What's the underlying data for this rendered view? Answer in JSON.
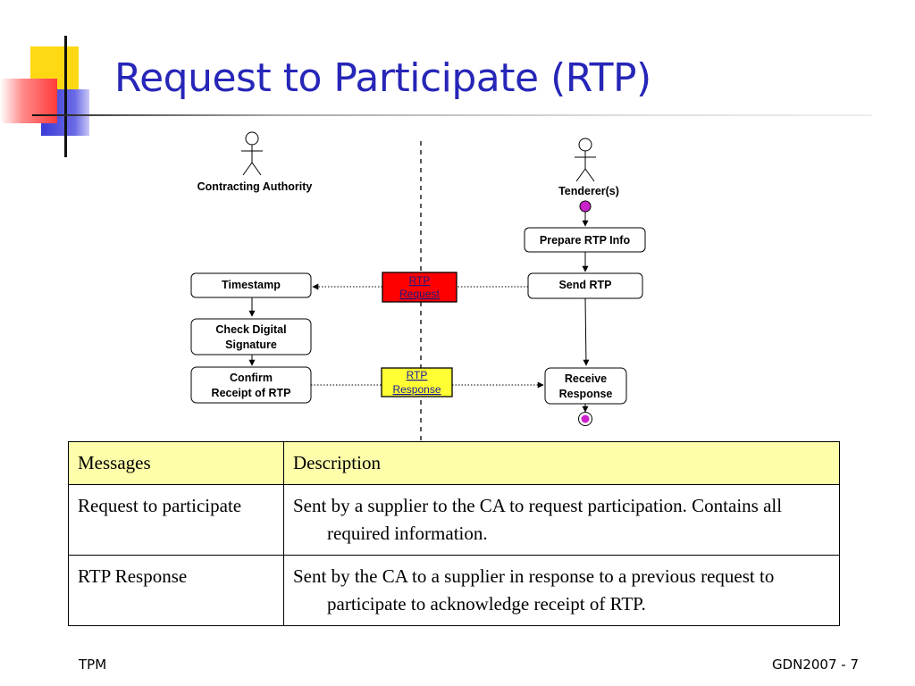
{
  "slide": {
    "title": "Request to Participate (RTP)",
    "footer_left": "TPM",
    "footer_right": "GDN2007  - 7"
  },
  "colors": {
    "title": "#2626b8",
    "rtp_request_fill": "#ff0000",
    "rtp_response_fill": "#ffff33",
    "table_header_fill": "#fefeaa",
    "state_marker": "#cc22cc",
    "deco_yellow": "#ffd814",
    "deco_blue": "#3a3ad6",
    "deco_red": "#ff3a3a"
  },
  "diagram": {
    "actors": {
      "left": "Contracting Authority",
      "right": "Tenderer(s)"
    },
    "nodes": {
      "prepare": "Prepare RTP Info",
      "send": "Send RTP",
      "receive_line1": "Receive",
      "receive_line2": "Response",
      "timestamp": "Timestamp",
      "check_line1": "Check Digital",
      "check_line2": "Signature",
      "confirm_line1": "Confirm",
      "confirm_line2": "Receipt of RTP"
    },
    "messages": {
      "request_line1": "RTP",
      "request_line2": "Request",
      "response_line1": "RTP",
      "response_line2": "Response"
    }
  },
  "table": {
    "headers": [
      "Messages",
      "Description"
    ],
    "rows": [
      [
        "Request to participate",
        "Sent by a supplier to the CA to request participation. Contains all required information."
      ],
      [
        "RTP Response",
        "Sent by the CA to a supplier in response to a previous request to participate to acknowledge receipt of RTP."
      ]
    ]
  }
}
